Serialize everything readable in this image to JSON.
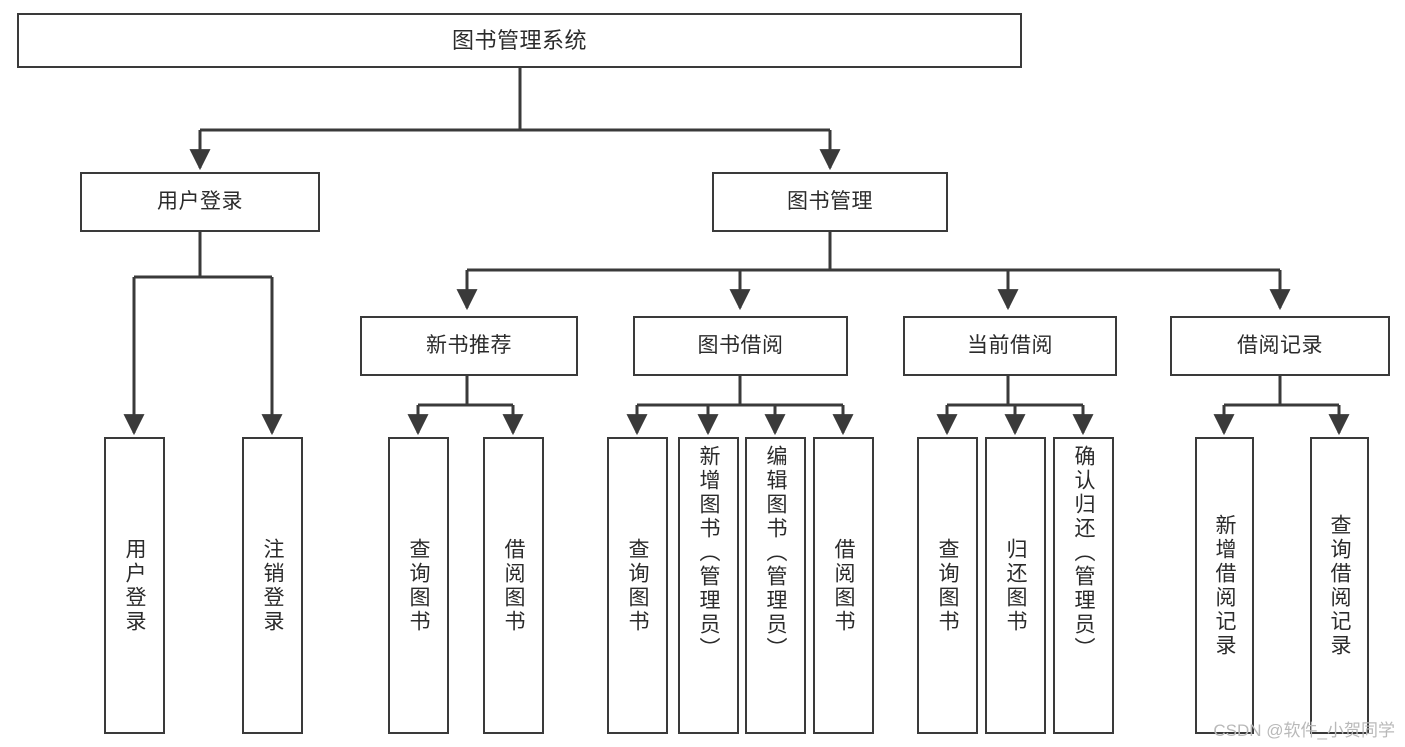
{
  "diagram": {
    "type": "tree-hierarchy-diagram",
    "title": "图书管理系统",
    "watermark": "CSDN @软件_小贺同学",
    "colors": {
      "stroke": "#3a3a3a",
      "fill": "#ffffff",
      "text": "#2b2b2b",
      "watermark": "#b9b9b9"
    },
    "levels": {
      "root": {
        "label": "图书管理系统"
      },
      "level2": [
        {
          "label": "用户登录"
        },
        {
          "label": "图书管理"
        }
      ],
      "level3": [
        {
          "label": "新书推荐"
        },
        {
          "label": "图书借阅"
        },
        {
          "label": "当前借阅"
        },
        {
          "label": "借阅记录"
        }
      ],
      "leaves": [
        {
          "label": "用户登录",
          "parent": "用户登录"
        },
        {
          "label": "注销登录",
          "parent": "用户登录"
        },
        {
          "label": "查询图书",
          "parent": "新书推荐"
        },
        {
          "label": "借阅图书",
          "parent": "新书推荐"
        },
        {
          "label": "查询图书",
          "parent": "图书借阅"
        },
        {
          "label": "新增图书（管理员）",
          "parent": "图书借阅"
        },
        {
          "label": "编辑图书（管理员）",
          "parent": "图书借阅"
        },
        {
          "label": "借阅图书",
          "parent": "图书借阅"
        },
        {
          "label": "查询图书",
          "parent": "当前借阅"
        },
        {
          "label": "归还图书",
          "parent": "当前借阅"
        },
        {
          "label": "确认归还（管理员）",
          "parent": "当前借阅"
        },
        {
          "label": "新增借阅记录",
          "parent": "借阅记录"
        },
        {
          "label": "查询借阅记录",
          "parent": "借阅记录"
        }
      ]
    }
  }
}
